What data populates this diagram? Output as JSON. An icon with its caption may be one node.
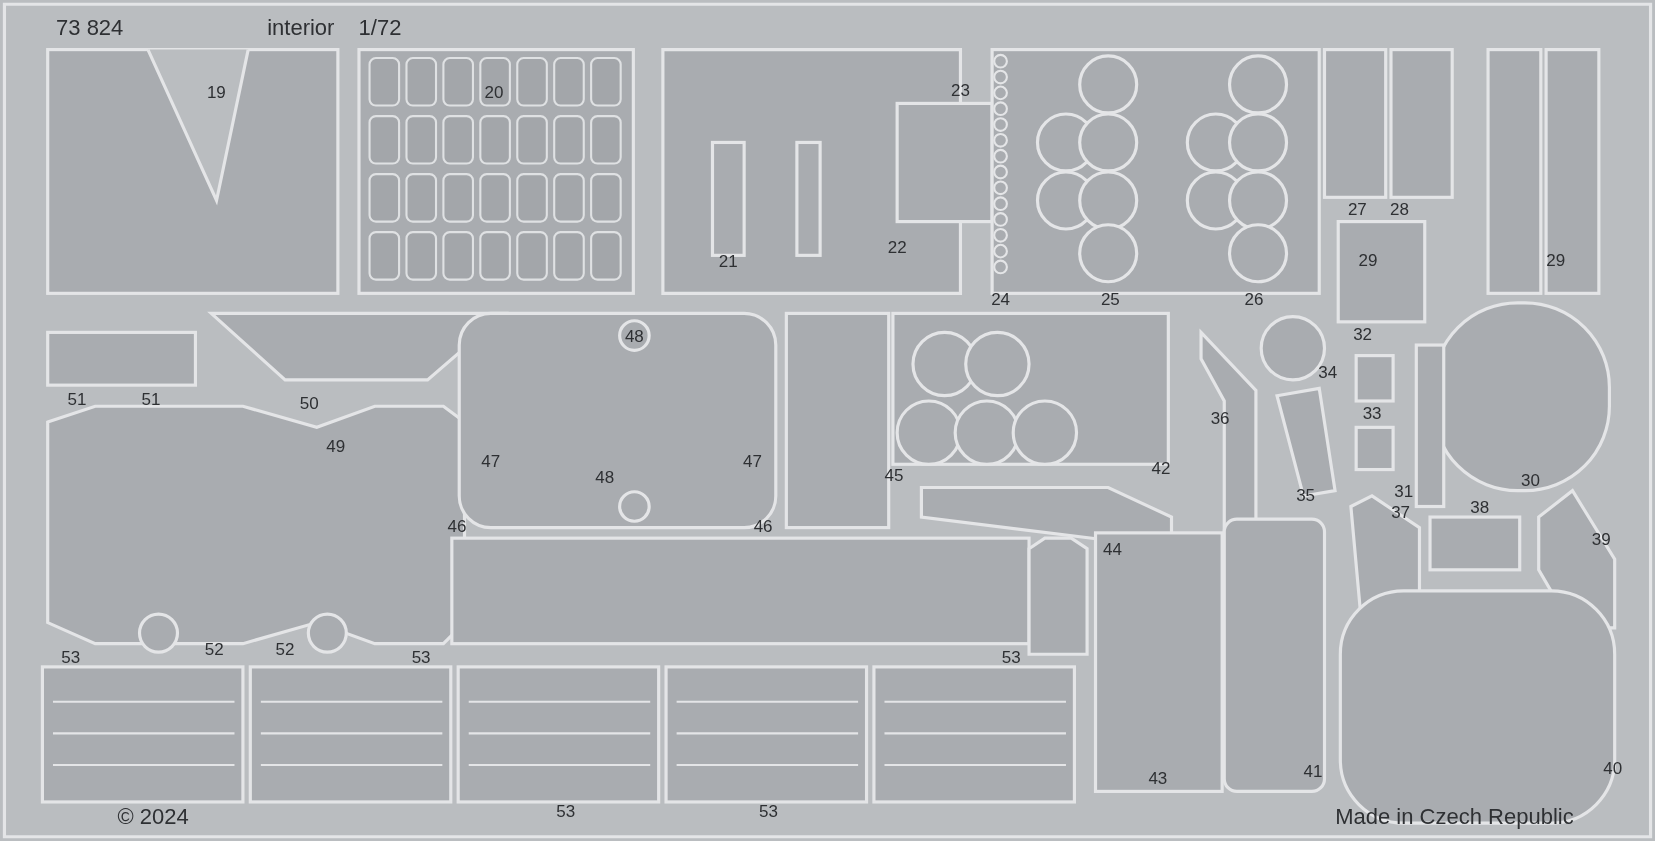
{
  "diagram": {
    "labels": [
      "73 824",
      "interior",
      "1/72",
      "19",
      "20",
      "23",
      "22",
      "21",
      "27",
      "28",
      "29",
      "29",
      "24",
      "25",
      "26",
      "48",
      "32",
      "51",
      "51",
      "50",
      "34",
      "33",
      "36",
      "49",
      "47",
      "48",
      "47",
      "45",
      "42",
      "31",
      "30",
      "35",
      "37",
      "38",
      "39",
      "46",
      "46",
      "44",
      "52",
      "52",
      "53",
      "53",
      "53",
      "43",
      "41",
      "40",
      "© 2024",
      "53",
      "53",
      "Made in Czech Republic"
    ]
  }
}
